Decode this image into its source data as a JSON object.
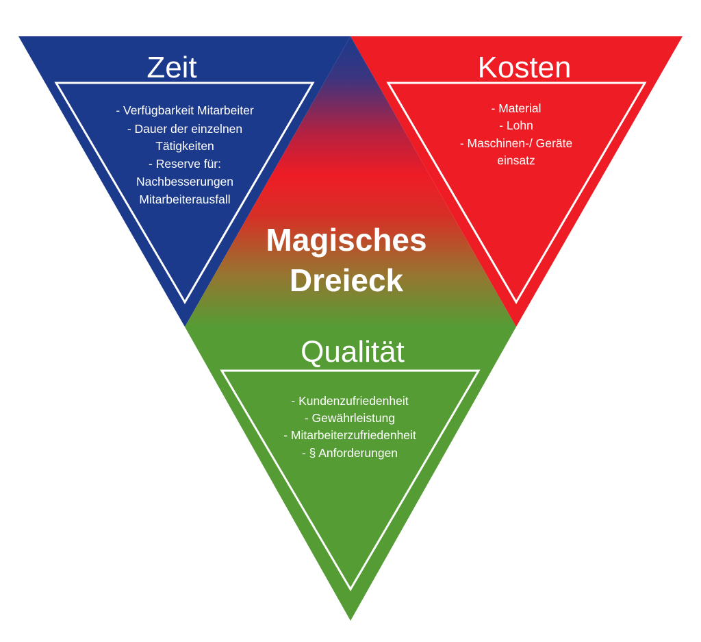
{
  "colors": {
    "zeit": "#1b3a8c",
    "kosten": "#ee1c25",
    "qualitaet": "#559c35",
    "text": "#ffffff",
    "outline": "#ffffff"
  },
  "center": {
    "lines": [
      "Magisches",
      "Dreieck"
    ]
  },
  "sections": {
    "zeit": {
      "title": "Zeit",
      "items": [
        "- Verfügbarkeit Mitarbeiter",
        "- Dauer der einzelnen",
        "Tätigkeiten",
        "- Reserve für:",
        "Nachbesserungen",
        "Mitarbeiterausfall"
      ]
    },
    "kosten": {
      "title": "Kosten",
      "items": [
        "- Material",
        "- Lohn",
        "- Maschinen-/ Geräte",
        "einsatz"
      ]
    },
    "qualitaet": {
      "title": "Qualität",
      "items": [
        "- Kundenzufriedenheit",
        "- Gewährleistung",
        "- Mitarbeiterzufriedenheit",
        "- § Anforderungen"
      ]
    }
  }
}
